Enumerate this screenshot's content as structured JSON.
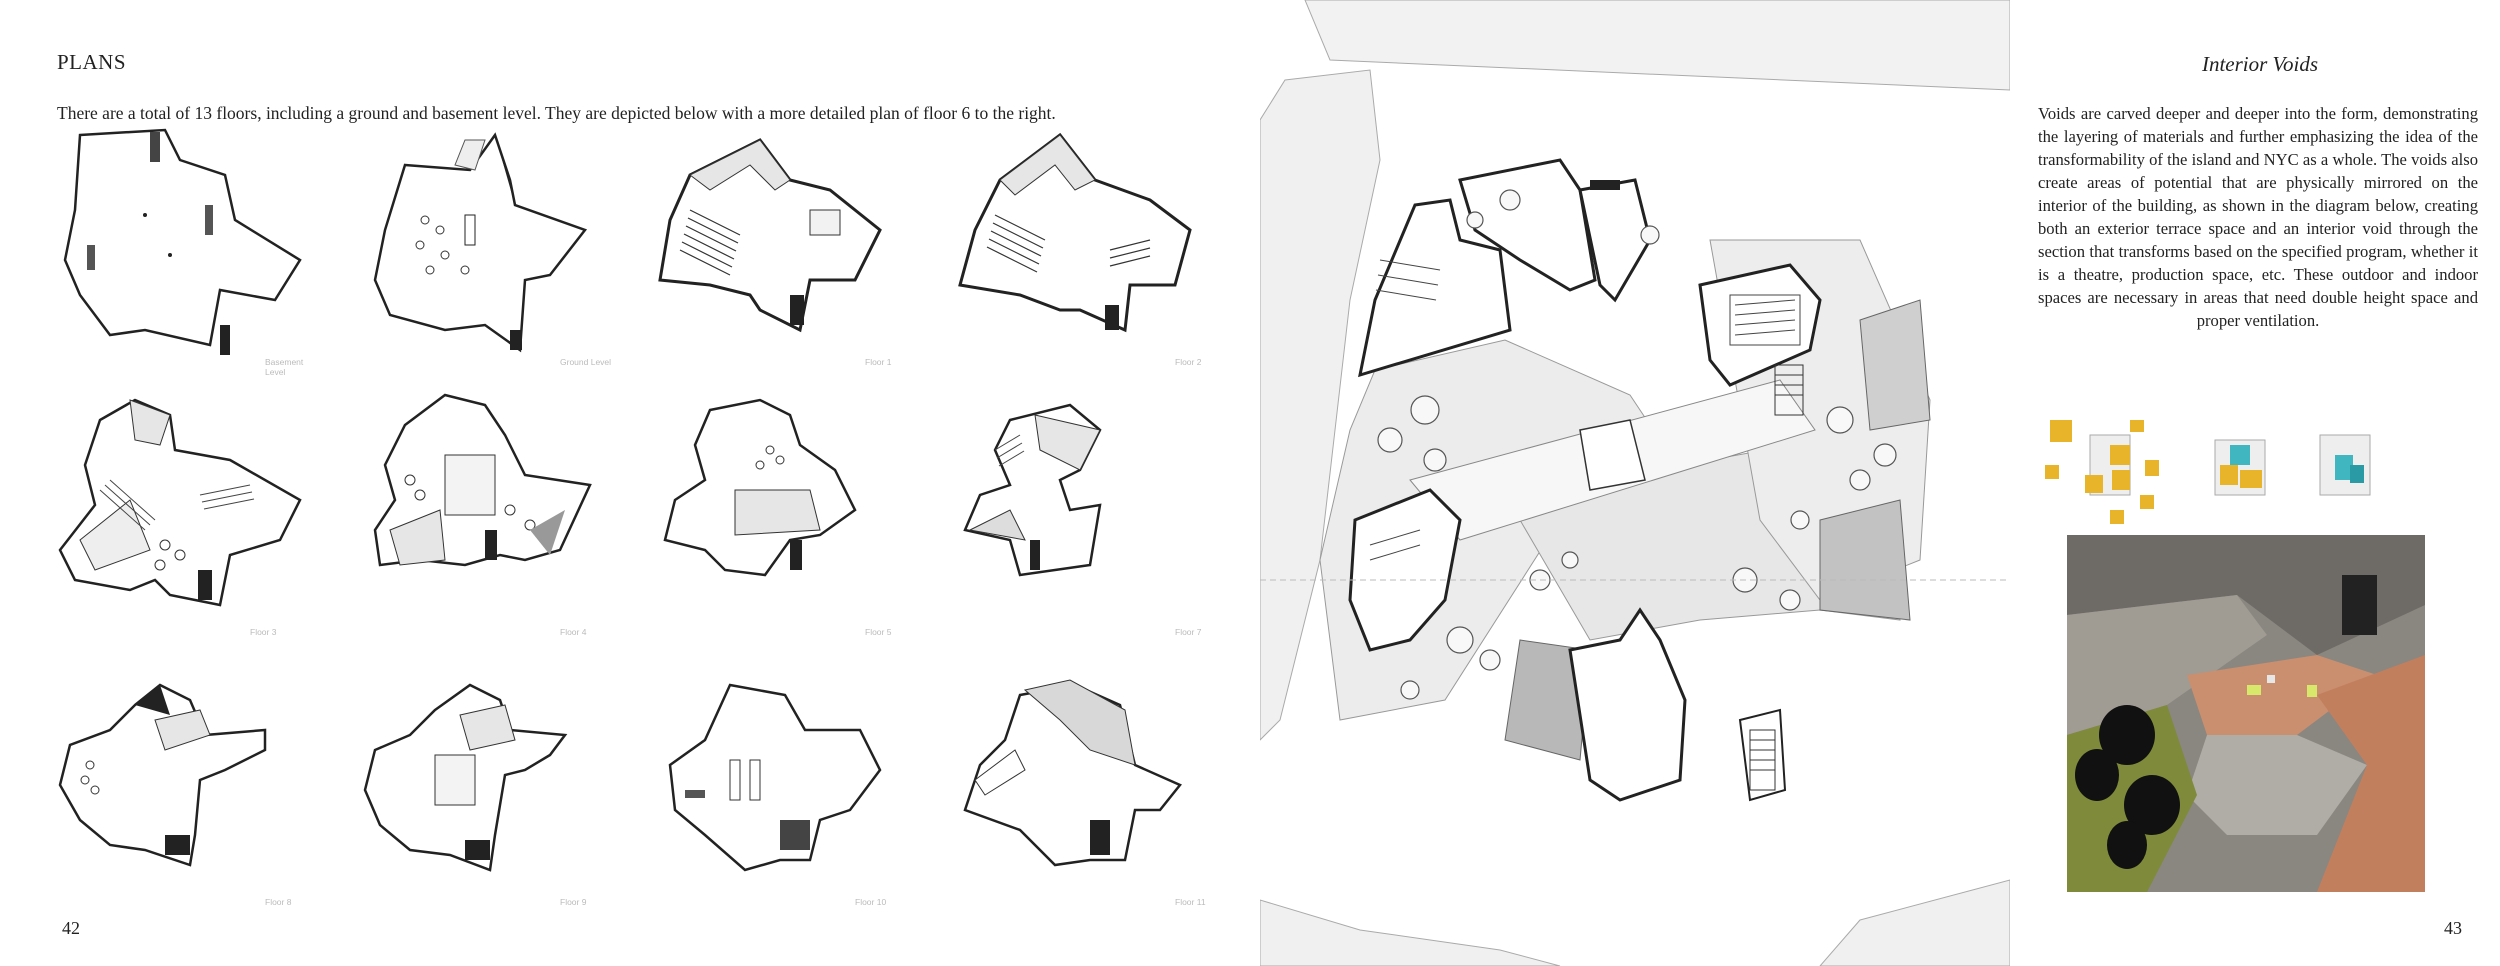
{
  "left_page": {
    "heading": "PLANS",
    "intro": "There are a total of 13 floors, including a ground and basement level. They are depicted below with a more detailed plan of floor 6 to the right.",
    "page_number": "42",
    "floor_labels": [
      "Basement Level",
      "Ground Level",
      "Floor 1",
      "Floor 2",
      "Floor 3",
      "Floor 4",
      "Floor 5",
      "Floor 7",
      "Floor 8",
      "Floor 9",
      "Floor 10",
      "Floor 11"
    ]
  },
  "right_page": {
    "voids_title": "Interior Voids",
    "voids_text": "Voids are carved deeper and deeper into the form, demonstrating the layering of materials and further emphasizing the idea of the transformability of the island and NYC as a whole. The voids also create areas of potential that are physically mirrored on the interior of the building, as shown in the diagram below, creating both an exterior terrace space and an interior void through the section that transforms based on the specified program, whether it is a theatre, production space, etc. These outdoor and indoor spaces are necessary in areas that need double height space and proper ventilation.",
    "page_number": "43"
  },
  "colors": {
    "ink": "#222222",
    "plan_gray": "#e6e6e6",
    "hatch": "#f0f0f0",
    "label_gray": "#bbbbbb",
    "cube_yellow": "#e8b52a",
    "cube_teal": "#3fb6c0",
    "render_brown": "#c98f6f"
  }
}
